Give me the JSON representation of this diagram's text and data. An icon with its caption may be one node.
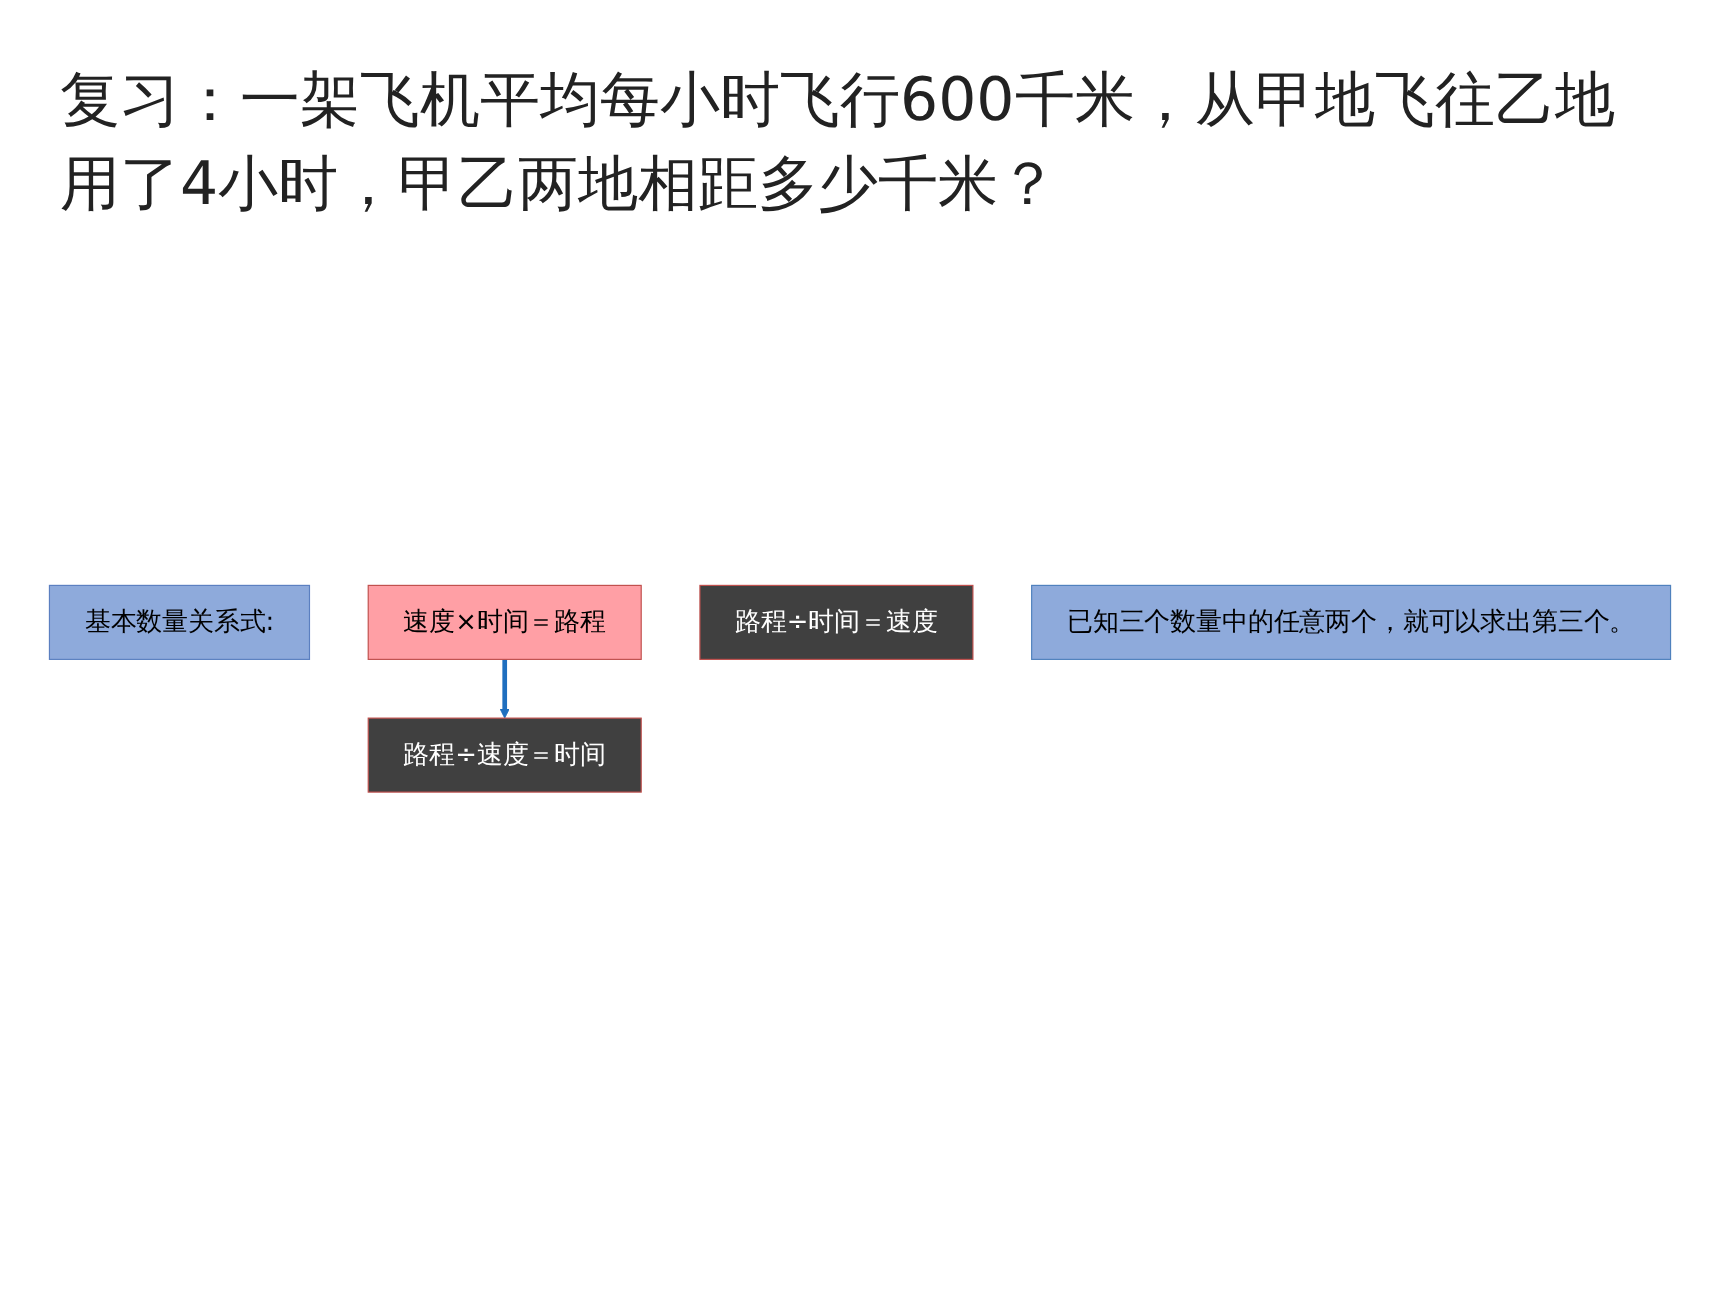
{
  "diagram": {
    "title": "复习：一架飞机平均每小时飞行600千米，从甲地飞往乙地用了4小时，甲乙两地相距多少千米？",
    "nodes": [
      {
        "text": [
          "基本数量关系式:"
        ]
      },
      {
        "text": [
          "速度×时间＝路程"
        ]
      },
      {
        "text": [
          "路程÷速度＝时间"
        ]
      },
      {
        "text": [
          "路程÷时间＝速度"
        ]
      },
      {
        "text": [
          "已知三个数量中的任意两个，就可以求出第三个。"
        ]
      }
    ],
    "edges": [
      {
        "from": 1,
        "to": 2,
        "arrow": "to"
      }
    ]
  }
}
